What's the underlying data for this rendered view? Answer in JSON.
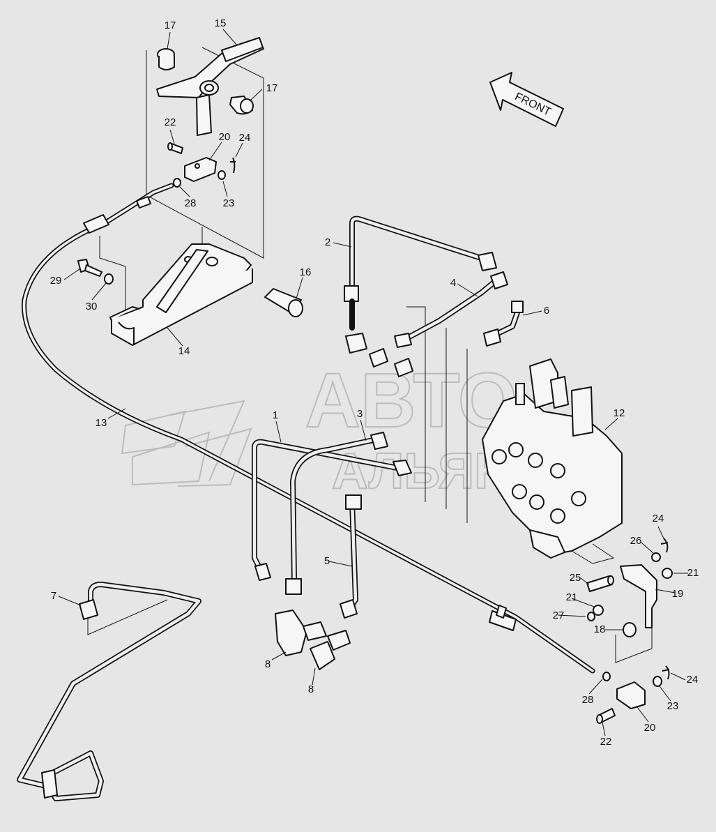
{
  "diagram": {
    "front_label": "FRONT",
    "watermark": {
      "line1": "АВТО",
      "line2": "АЛЬЯНС"
    },
    "callouts": [
      {
        "id": "c17a",
        "text": "17"
      },
      {
        "id": "c15",
        "text": "15"
      },
      {
        "id": "c17b",
        "text": "17"
      },
      {
        "id": "c22a",
        "text": "22"
      },
      {
        "id": "c20a",
        "text": "20"
      },
      {
        "id": "c24a",
        "text": "24"
      },
      {
        "id": "c28a",
        "text": "28"
      },
      {
        "id": "c23a",
        "text": "23"
      },
      {
        "id": "c29",
        "text": "29"
      },
      {
        "id": "c30",
        "text": "30"
      },
      {
        "id": "c16",
        "text": "16"
      },
      {
        "id": "c14",
        "text": "14"
      },
      {
        "id": "c2",
        "text": "2"
      },
      {
        "id": "c4",
        "text": "4"
      },
      {
        "id": "c6",
        "text": "6"
      },
      {
        "id": "c13",
        "text": "13"
      },
      {
        "id": "c1",
        "text": "1"
      },
      {
        "id": "c3",
        "text": "3"
      },
      {
        "id": "c12",
        "text": "12"
      },
      {
        "id": "c24b",
        "text": "24"
      },
      {
        "id": "c26",
        "text": "26"
      },
      {
        "id": "c21a",
        "text": "21"
      },
      {
        "id": "c25",
        "text": "25"
      },
      {
        "id": "c19",
        "text": "19"
      },
      {
        "id": "c21b",
        "text": "21"
      },
      {
        "id": "c27",
        "text": "27"
      },
      {
        "id": "c18",
        "text": "18"
      },
      {
        "id": "c5",
        "text": "5"
      },
      {
        "id": "c7",
        "text": "7"
      },
      {
        "id": "c8a",
        "text": "8"
      },
      {
        "id": "c8b",
        "text": "8"
      },
      {
        "id": "c24c",
        "text": "24"
      },
      {
        "id": "c28b",
        "text": "28"
      },
      {
        "id": "c23b",
        "text": "23"
      },
      {
        "id": "c20b",
        "text": "20"
      },
      {
        "id": "c22b",
        "text": "22"
      }
    ]
  }
}
